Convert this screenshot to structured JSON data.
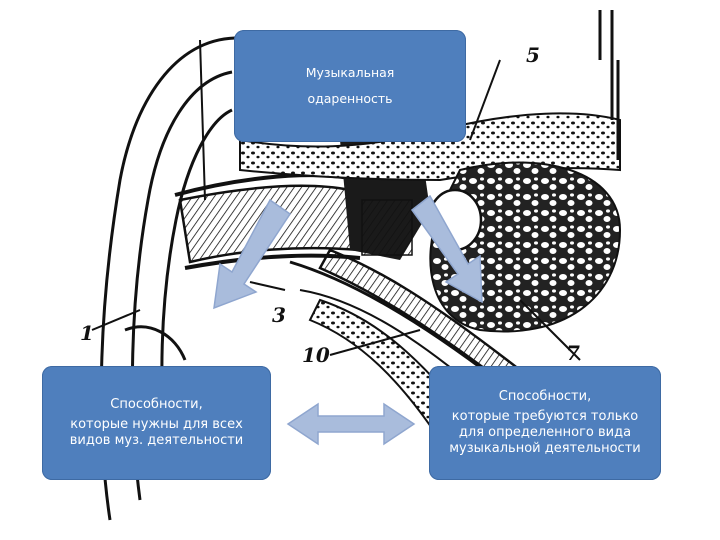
{
  "diagram": {
    "top_box": {
      "lines": [
        "Музыкальная",
        "одаренность"
      ]
    },
    "left_box": {
      "lines": [
        "Способности,",
        "которые нужны для всех",
        "видов муз. деятельности"
      ]
    },
    "right_box": {
      "lines": [
        "Способности,",
        "которые требуются только",
        "для определенного вида",
        "музыкальной  деятельности"
      ]
    },
    "image_labels": [
      "1",
      "3",
      "5",
      "7",
      "10"
    ],
    "colors": {
      "box_fill": "#4f7fbd",
      "box_text": "#ffffff",
      "arrow_fill": "#a9bcdc",
      "arrow_edge": "#8fa6cf",
      "drawing_ink": "#111111"
    },
    "connectors": [
      {
        "from": "top_box",
        "to": "left_box",
        "style": "arrow"
      },
      {
        "from": "top_box",
        "to": "right_box",
        "style": "arrow"
      },
      {
        "from": "left_box",
        "to": "right_box",
        "style": "double-arrow"
      }
    ]
  }
}
